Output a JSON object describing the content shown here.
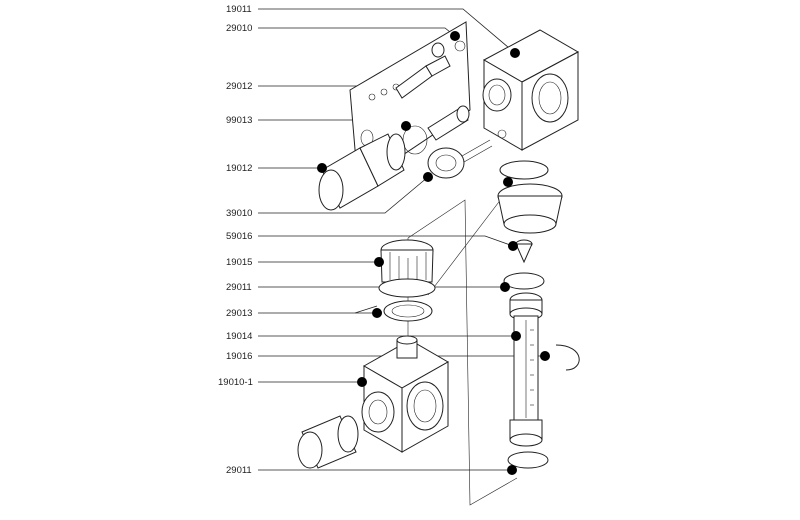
{
  "callouts": [
    {
      "label": "19011"
    },
    {
      "label": "29010"
    },
    {
      "label": "29012"
    },
    {
      "label": "99013"
    },
    {
      "label": "19012"
    },
    {
      "label": "39010"
    },
    {
      "label": "59016"
    },
    {
      "label": "19015"
    },
    {
      "label": "29011"
    },
    {
      "label": "29013"
    },
    {
      "label": "19014"
    },
    {
      "label": "19016"
    },
    {
      "label": "19010-1"
    },
    {
      "label": "29011"
    }
  ]
}
